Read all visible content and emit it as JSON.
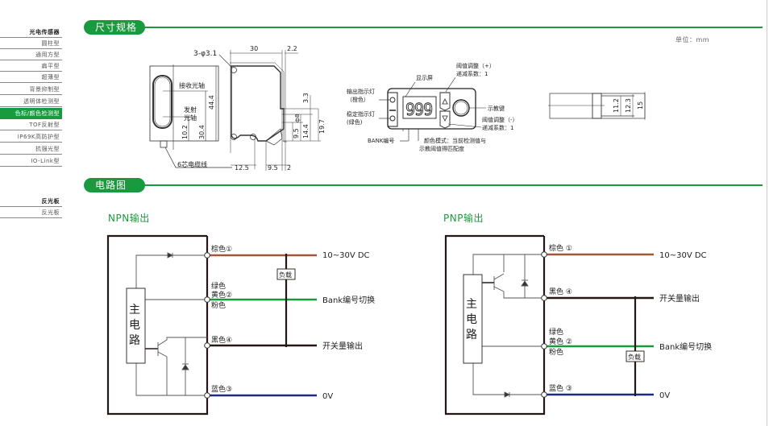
{
  "sidebar": {
    "groups": [
      {
        "title": "光电传感器",
        "items": [
          "圆柱型",
          "通用方型",
          "扁平型",
          "超薄型",
          "背景抑制型",
          "透明体检测型",
          "色标/颜色检测型",
          "TOF反射型",
          "IP69K高防护型",
          "抗强光型",
          "IO-Link型"
        ],
        "active_item": "色标/颜色检测型"
      },
      {
        "title": "反光板",
        "items": [
          "反光板"
        ]
      }
    ]
  },
  "dimensions_section": {
    "title": "尺寸规格",
    "unit_label": "单位：mm",
    "side_view": {
      "labels": {
        "receive_axis": "接收光轴",
        "emit_axis_line1": "发射",
        "emit_axis_line2": "光轴",
        "cable": "6芯电缆线"
      },
      "dims": {
        "height": "44.4",
        "emit_height": "10.2",
        "receive_height": "30.4"
      }
    },
    "front_view": {
      "hole_label": "3-φ3.1",
      "dims": {
        "width": "30",
        "top_right": "2.2",
        "d_3_3": "3.3",
        "d_8": "ф8",
        "d_9_5v": "9.5",
        "d_14_4": "14.4",
        "d_19_7": "19.7",
        "bottom_left": "12.5",
        "bottom_mid": "9.5",
        "bottom_right": "2"
      }
    },
    "panel": {
      "display_value": "999",
      "labels": {
        "display": "显示屏",
        "output_led": "输出指示灯",
        "output_led_color": "（橙色）",
        "stable_led": "稳定指示灯",
        "stable_led_color": "(绿色)",
        "thr_up": "阈值调整（+）",
        "thr_up_coef": "递减系数：1",
        "teach_key": "示教键",
        "thr_down": "阈值调整（-）",
        "thr_down_coef": "递减系数：1",
        "bank": "BANK编号",
        "color_mode_line1": "颜色模式：当前检测值与",
        "color_mode_line2": "示教阈值得匹配度"
      }
    },
    "end_view": {
      "dims": {
        "d_11_2": "11.2",
        "d_12_3": "12.3",
        "d_15": "15"
      }
    }
  },
  "circuit_section": {
    "title": "电路图",
    "colors": {
      "brown": "#a0573a",
      "green": "#1a9a3e",
      "blue": "#1c2a86",
      "black": "#231815"
    },
    "npn": {
      "title": "NPN输出",
      "main_circuit": "主电路",
      "load": "负载",
      "wires": [
        {
          "label": "棕色①",
          "signal": "10~30V DC"
        },
        {
          "label": [
            "绿色",
            "黄色②",
            "粉色"
          ],
          "signal": "Bank编号切换"
        },
        {
          "label": "黑色④",
          "signal": "开关量输出"
        },
        {
          "label": "蓝色③",
          "signal": "0V"
        }
      ]
    },
    "pnp": {
      "title": "PNP输出",
      "main_circuit": "主电路",
      "load": "负载",
      "wires": [
        {
          "label": "棕色 ①",
          "signal": "10~30V DC"
        },
        {
          "label": "黑色 ④",
          "signal": "开关量输出"
        },
        {
          "label": [
            "绿色",
            "黄色 ②",
            "粉色"
          ],
          "signal": "Bank编号切换"
        },
        {
          "label": "蓝色 ③",
          "signal": "0V"
        }
      ]
    }
  }
}
